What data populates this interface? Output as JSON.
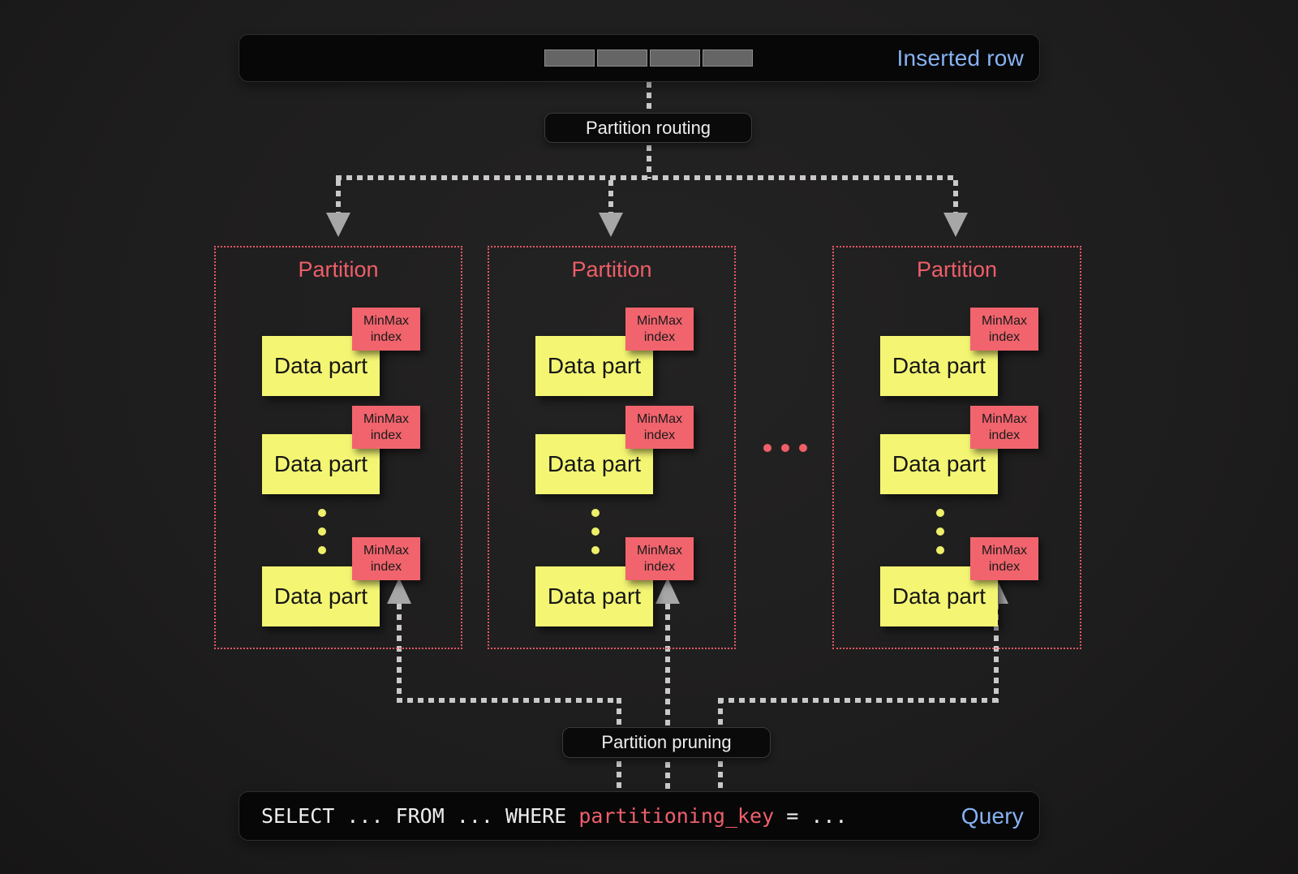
{
  "top_bar": {
    "label": "Inserted row",
    "cell_count": 4
  },
  "routing": {
    "label": "Partition routing"
  },
  "partitions": [
    {
      "title": "Partition",
      "parts": [
        {
          "label": "Data part",
          "tag": "MinMax index"
        },
        {
          "label": "Data part",
          "tag": "MinMax index"
        },
        {
          "label": "Data part",
          "tag": "MinMax index"
        }
      ]
    },
    {
      "title": "Partition",
      "parts": [
        {
          "label": "Data part",
          "tag": "MinMax index"
        },
        {
          "label": "Data part",
          "tag": "MinMax index"
        },
        {
          "label": "Data part",
          "tag": "MinMax index"
        }
      ]
    },
    {
      "title": "Partition",
      "parts": [
        {
          "label": "Data part",
          "tag": "MinMax index"
        },
        {
          "label": "Data part",
          "tag": "MinMax index"
        },
        {
          "label": "Data part",
          "tag": "MinMax index"
        }
      ]
    }
  ],
  "pruning": {
    "label": "Partition pruning"
  },
  "query_bar": {
    "code_prefix": "SELECT ... FROM ... WHERE ",
    "code_key": "partitioning_key",
    "code_suffix": " = ...",
    "label": "Query"
  },
  "colors": {
    "accent_blue": "#87b2f2",
    "accent_red": "#ed5e69",
    "tag_red": "#f1646d",
    "part_yellow": "#f4f673",
    "dash_gray": "#c9c9c9"
  }
}
